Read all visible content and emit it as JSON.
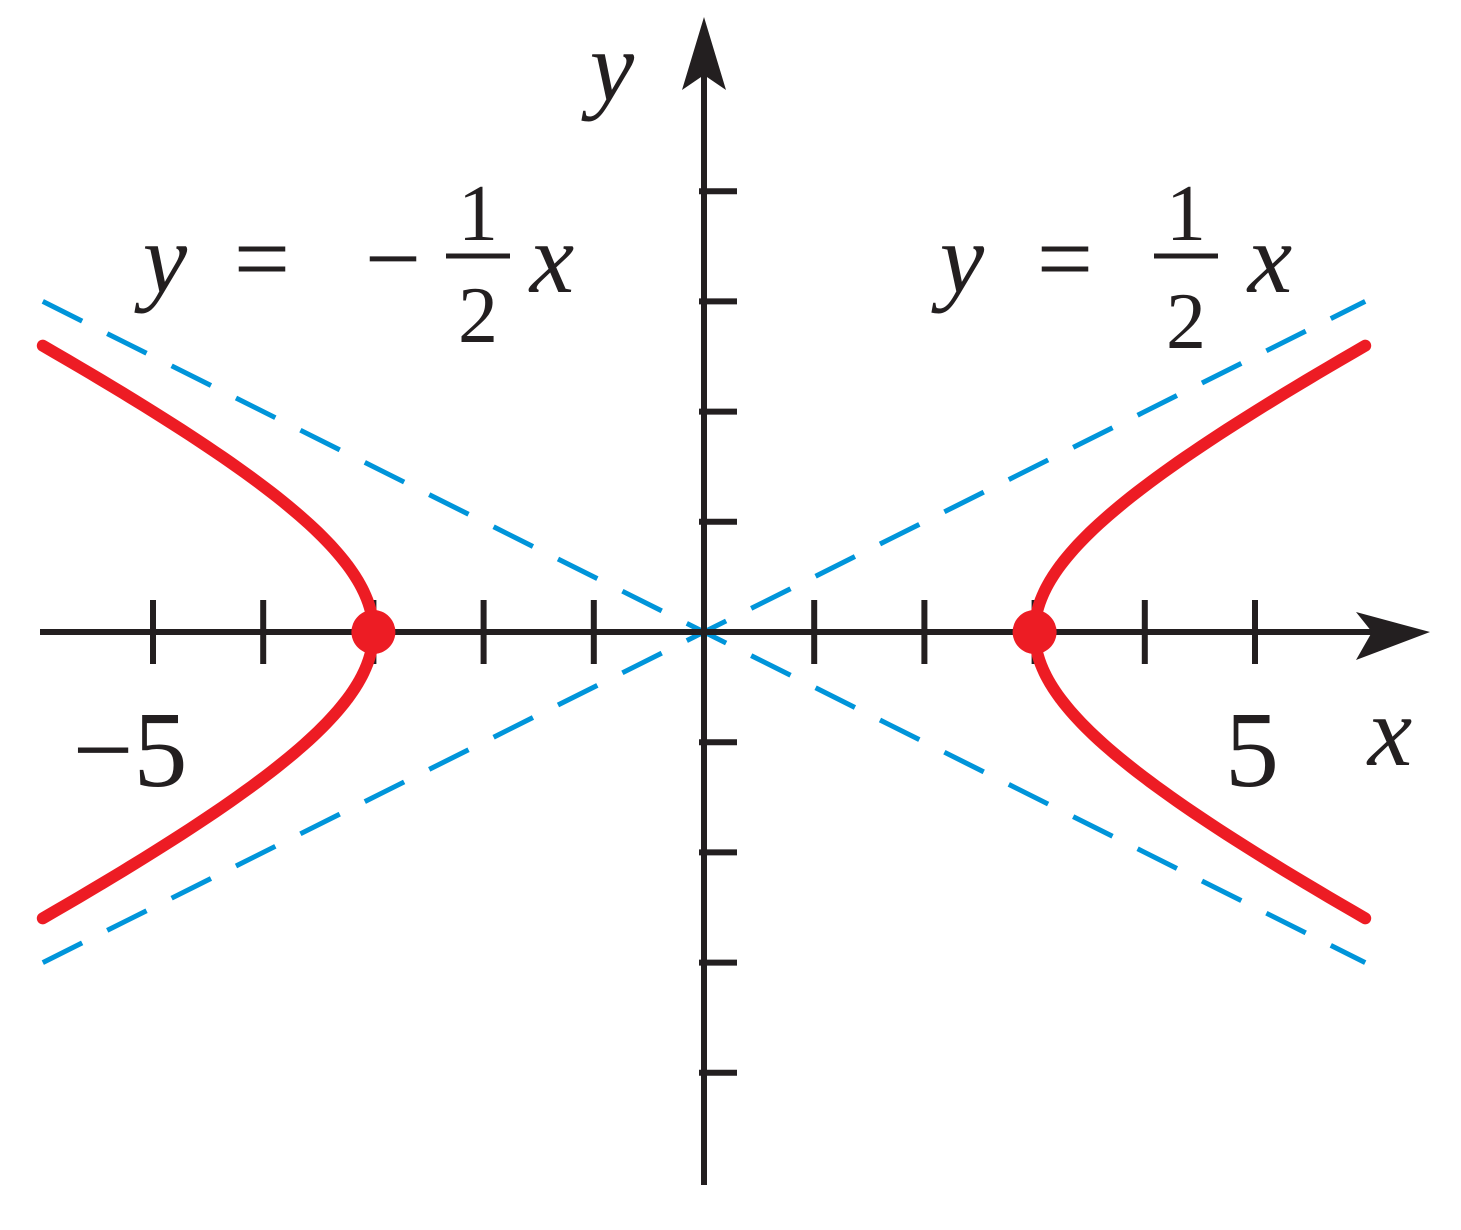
{
  "chart_data": {
    "type": "line",
    "title": "",
    "xlabel": "x",
    "ylabel": "y",
    "xlim": [
      -6,
      6.6
    ],
    "ylim": [
      -5,
      5.5
    ],
    "grid": false,
    "x_tick_values": [
      -5,
      -4,
      -3,
      -2,
      -1,
      1,
      2,
      3,
      4,
      5
    ],
    "y_tick_values": [
      -4,
      -3,
      -2,
      -1,
      1,
      2,
      3,
      4
    ],
    "x_tick_labels": [
      {
        "x": -5,
        "text": "−5"
      },
      {
        "x": 5,
        "text": "5"
      }
    ],
    "series": [
      {
        "kind": "hyperbola",
        "a": 3,
        "b": 1.5,
        "x_range": [
          -6,
          6
        ],
        "color": "#ed1c24"
      },
      {
        "kind": "asymptote",
        "slope": 0.5,
        "x_range": [
          -6,
          6
        ],
        "color": "#0095da",
        "dashed": true
      },
      {
        "kind": "asymptote",
        "slope": -0.5,
        "x_range": [
          -6,
          6
        ],
        "color": "#0095da",
        "dashed": true
      }
    ],
    "points": [
      {
        "x": -3,
        "y": 0,
        "color": "#ed1c24"
      },
      {
        "x": 3,
        "y": 0,
        "color": "#ed1c24"
      }
    ],
    "annotations": [
      {
        "lhs": "y",
        "eq": "=",
        "sign": "−",
        "num": "1",
        "den": "2",
        "var": "x"
      },
      {
        "lhs": "y",
        "eq": "=",
        "sign": "",
        "num": "1",
        "den": "2",
        "var": "x"
      }
    ],
    "colors": {
      "axis": "#231f20",
      "curve": "#ed1c24",
      "asymptote": "#0095da"
    }
  }
}
